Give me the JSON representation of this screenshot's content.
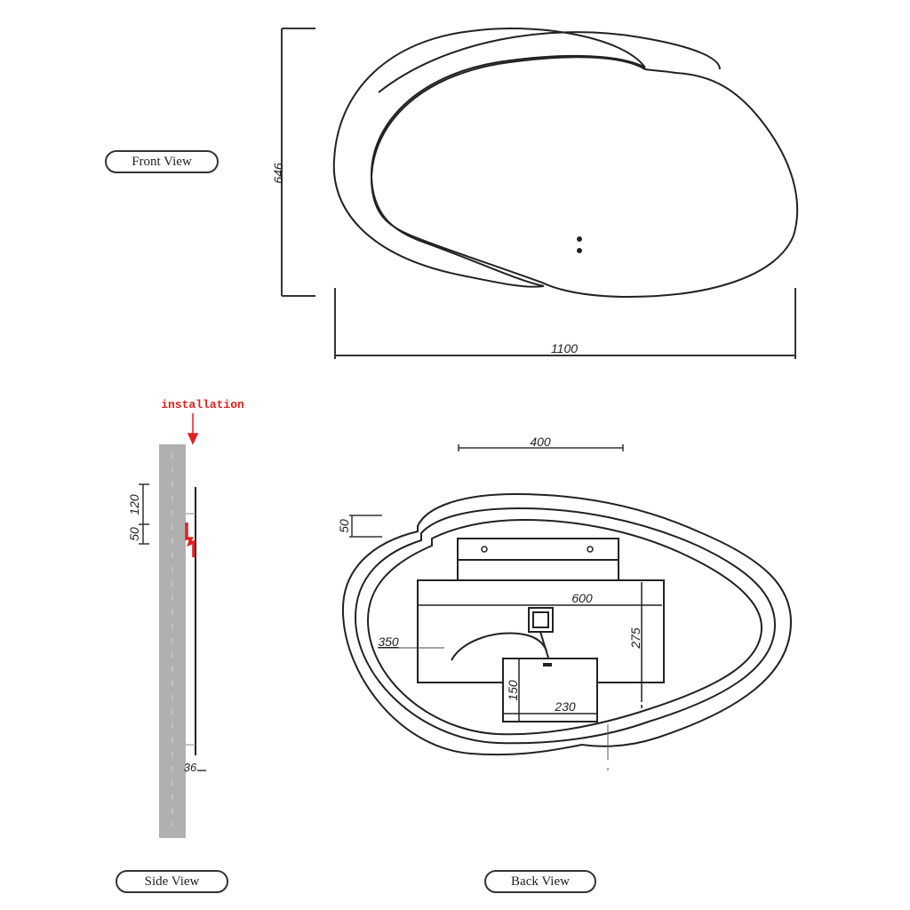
{
  "labels": {
    "front_view": "Front View",
    "side_view": "Side View",
    "back_view": "Back View",
    "installation": "installation"
  },
  "front_view": {
    "height_dim": "646",
    "width_dim": "1100"
  },
  "side_view": {
    "dim_120": "120",
    "dim_50": "50",
    "dim_36": "36"
  },
  "back_view": {
    "dim_400": "400",
    "dim_50": "50",
    "dim_600": "600",
    "dim_350": "350",
    "dim_275": "275",
    "dim_150": "150",
    "dim_230": "230"
  },
  "colors": {
    "line": "#222222",
    "wall": "#b0b0b0",
    "accent_red": "#e02020"
  }
}
